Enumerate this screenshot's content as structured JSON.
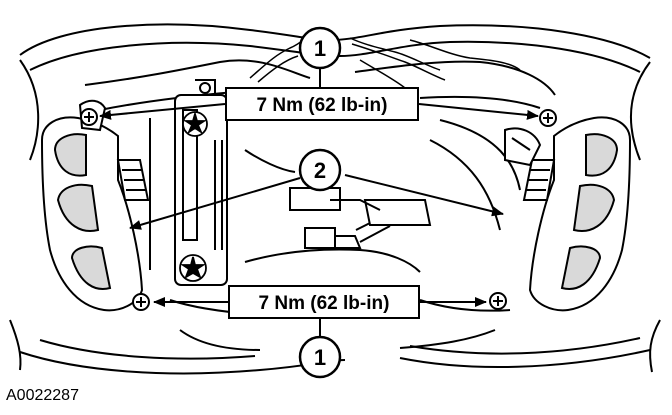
{
  "figure": {
    "id": "A0022287",
    "callouts": [
      {
        "number": "1",
        "torque": "7 Nm (62 lb-in)"
      },
      {
        "number": "2"
      },
      {
        "number": "1",
        "torque": "7 Nm (62 lb-in)"
      }
    ]
  },
  "style": {
    "ink": "#000000",
    "paper": "#ffffff",
    "part_shade": "#d9d9d9"
  },
  "icons": {
    "screw": "screw-icon",
    "clip": "clip-icon",
    "connector": "electrical-connector-icon"
  }
}
